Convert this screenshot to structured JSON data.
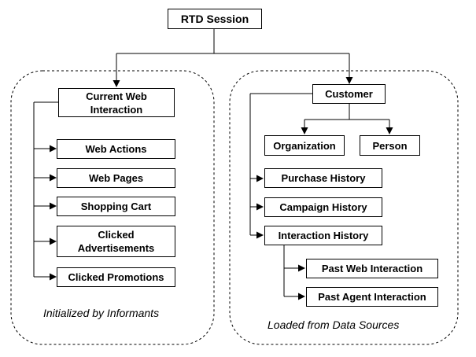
{
  "root": "RTD Session",
  "left_group": {
    "parent": "Current Web Interaction",
    "children": [
      "Web Actions",
      "Web Pages",
      "Shopping Cart",
      "Clicked Advertisements",
      "Clicked Promotions"
    ],
    "caption": "Initialized by Informants"
  },
  "right_group": {
    "parent": "Customer",
    "types": [
      "Organization",
      "Person"
    ],
    "histories": [
      "Purchase History",
      "Campaign History",
      "Interaction History"
    ],
    "interaction_children": [
      "Past Web Interaction",
      "Past Agent Interaction"
    ],
    "caption": "Loaded from Data Sources"
  }
}
